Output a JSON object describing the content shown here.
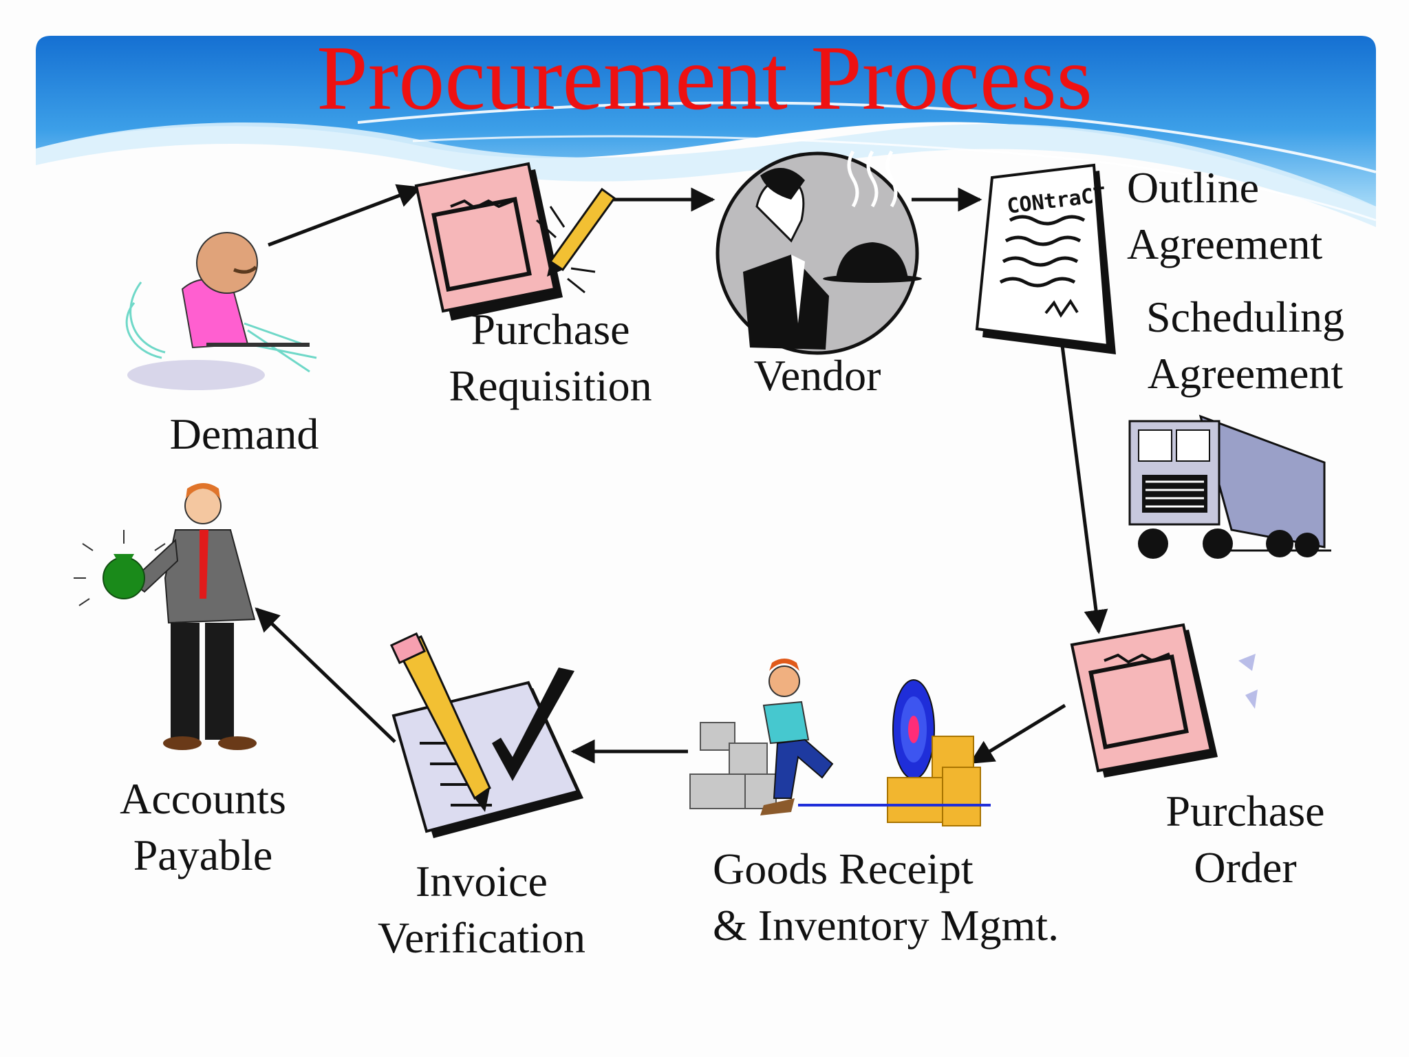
{
  "title": "Procurement Process",
  "colors": {
    "title": "#ee1111",
    "banner_top": "#1778d8",
    "banner_light": "#9fd6f7",
    "document_pink": "#f6b7b9",
    "arrow": "#111111"
  },
  "steps": {
    "demand": {
      "label": "Demand",
      "icon": "man-at-desk-icon"
    },
    "purchase_requisition": {
      "line1": "Purchase",
      "line2": "Requisition",
      "icon": "requisition-document-icon"
    },
    "vendor": {
      "label": "Vendor",
      "icon": "waiter-serving-dish-icon"
    },
    "contract": {
      "stamp": "CONtraCT",
      "icon": "contract-document-icon"
    },
    "outline_agreement": {
      "line1": "Outline",
      "line2": "Agreement"
    },
    "scheduling_agreement": {
      "line1": "Scheduling",
      "line2": "Agreement",
      "icon": "truck-icon"
    },
    "purchase_order": {
      "line1": "Purchase",
      "line2": "Order",
      "icon": "purchase-order-document-icon"
    },
    "goods_receipt": {
      "line1": "Goods Receipt",
      "line2": "& Inventory Mgmt.",
      "icon": "worker-boxes-target-icon"
    },
    "invoice_verification": {
      "line1": "Invoice",
      "line2": "Verification",
      "icon": "pencil-checkmark-icon"
    },
    "accounts_payable": {
      "line1": "Accounts",
      "line2": "Payable",
      "icon": "businessman-money-bag-icon"
    }
  },
  "flow": [
    "Demand",
    "Purchase Requisition",
    "Vendor",
    "Outline Agreement / Scheduling Agreement",
    "Purchase Order",
    "Goods Receipt & Inventory Mgmt.",
    "Invoice Verification",
    "Accounts Payable"
  ]
}
